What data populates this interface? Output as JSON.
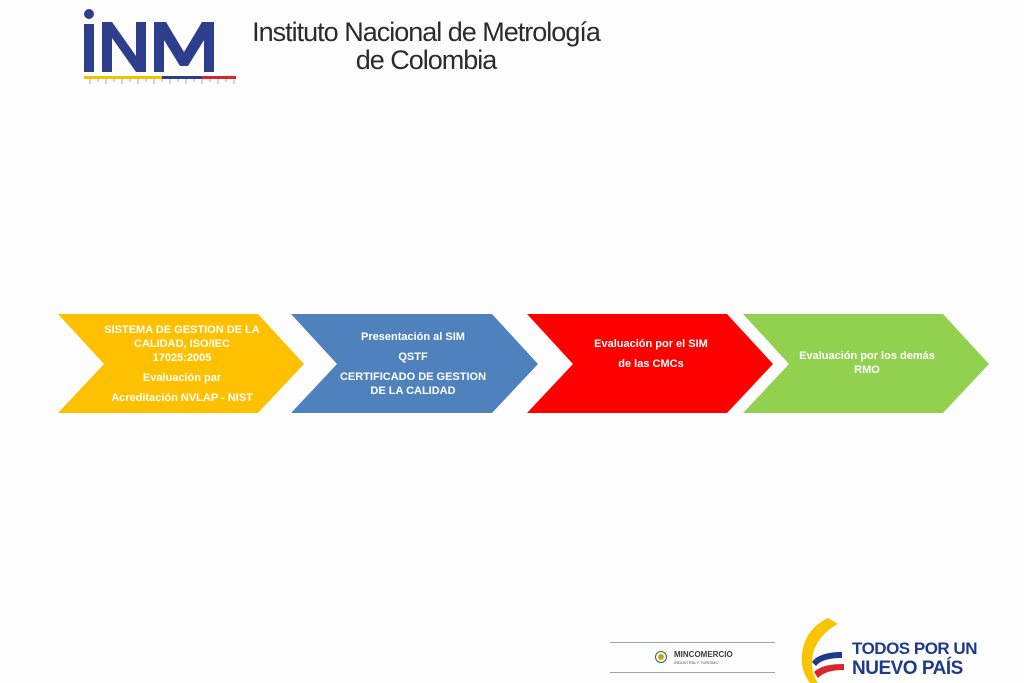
{
  "header": {
    "logo_text": "INM",
    "org_name_line1": "Instituto Nacional de Metrología",
    "org_name_line2": "de Colombia"
  },
  "process_steps": [
    {
      "color": "#ffc000",
      "lines": [
        "SISTEMA DE GESTION DE LA",
        "CALIDAD, ISO/IEC",
        "17025:2005",
        "Evaluación par",
        "Acreditación NVLAP - NIST"
      ]
    },
    {
      "color": "#4f81bd",
      "lines": [
        "Presentación al SIM",
        "QSTF",
        "CERTIFICADO DE GESTION",
        "DE LA CALIDAD"
      ]
    },
    {
      "color": "#ff0000",
      "lines": [
        "Evaluación por el SIM",
        "de las CMCs"
      ]
    },
    {
      "color": "#92d050",
      "lines": [
        "Evaluación por los demás",
        "RMO"
      ]
    }
  ],
  "footer": {
    "ministry_name": "MINCOMERCIO",
    "ministry_sub": "INDUSTRIA Y TURISMO",
    "slogan_line1": "TODOS POR UN",
    "slogan_line2": "NUEVO PAÍS"
  },
  "colors": {
    "logo_blue": "#2c3e8c",
    "logo_yellow": "#f2c200",
    "logo_red": "#d9262b",
    "slogan_blue": "#1e3a8a"
  }
}
